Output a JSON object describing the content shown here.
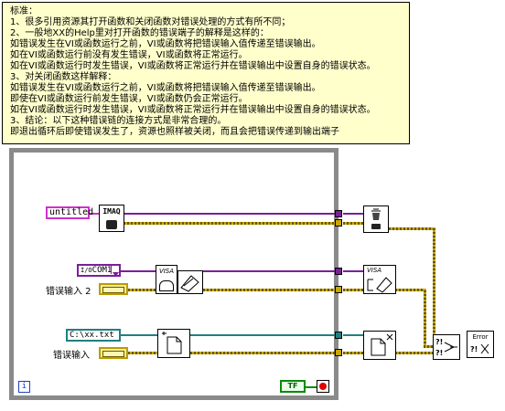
{
  "note": {
    "lines": [
      "标准：",
      "1、很多引用资源其打开函数和关闭函数对错误处理的方式有所不同；",
      "2、一般地XX的Help里对打开函数的错误端子的解释是这样的：",
      "如错误发生在VI或函数运行之前，VI或函数将把错误输入值传递至错误输出。",
      "如在VI或函数运行前没有发生错误，VI或函数将正常运行。",
      "如在VI或函数运行时发生错误，VI或函数将正常运行并在错误输出中设置自身的错误状态。",
      "3、对关闭函数这样解释：",
      "如错误发生在VI或函数运行之前，VI或函数将把错误输入值传递至错误输出。",
      "即使在VI或函数运行前发生错误，VI或函数仍会正常运行。",
      "如在VI或函数运行时发生错误，VI或函数将正常运行并在错误输出中设置自身的错误状态。",
      "3、结论：以下这种错误链的连接方式是非常合理的。",
      "即退出循环后即使错误发生了，资源也照样被关闭，而且会把错误传递到输出端子"
    ]
  },
  "diagram": {
    "image_name_value": "untitled",
    "imaq_label": "IMAQ",
    "visa_resource_value": "COM1",
    "visa_resource_prefix": "I/O",
    "error_in_2_label": "错误输入 2",
    "path_value": "C:\\xx.txt",
    "error_in_label": "错误输入",
    "visa_label": "VISA",
    "loop_info_glyph": "i",
    "tf_label": "TF",
    "error_handler_label": "Error",
    "colors": {
      "string_wire": "#cc33cc",
      "visa_wire": "#7a1f9a",
      "path_wire": "#208080",
      "error_wire": "#c9a800",
      "loop_frame": "#8a8a8a"
    }
  }
}
